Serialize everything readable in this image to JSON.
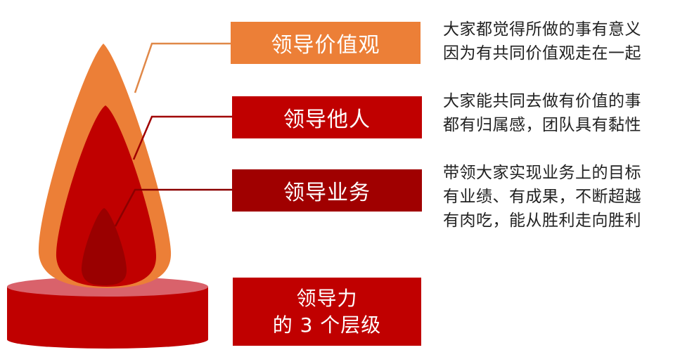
{
  "colors": {
    "orange": "#EC7F37",
    "red": "#C00000",
    "dark_red": "#A00000",
    "base_top": "#D9626B",
    "text": "#222222"
  },
  "levels": [
    {
      "label": "领导价值观",
      "description": [
        "大家都觉得所做的事有意义",
        "因为有共同价值观走在一起"
      ]
    },
    {
      "label": "领导他人",
      "description": [
        "大家能共同去做有价值的事",
        "都有归属感，团队具有黏性"
      ]
    },
    {
      "label": "领导业务",
      "description": [
        "带领大家实现业务上的目标",
        "有业绩、有成果，不断超越",
        "有肉吃，能从胜利走向胜利"
      ]
    }
  ],
  "title": {
    "line1": "领导力",
    "line2": "的 3 个层级"
  }
}
